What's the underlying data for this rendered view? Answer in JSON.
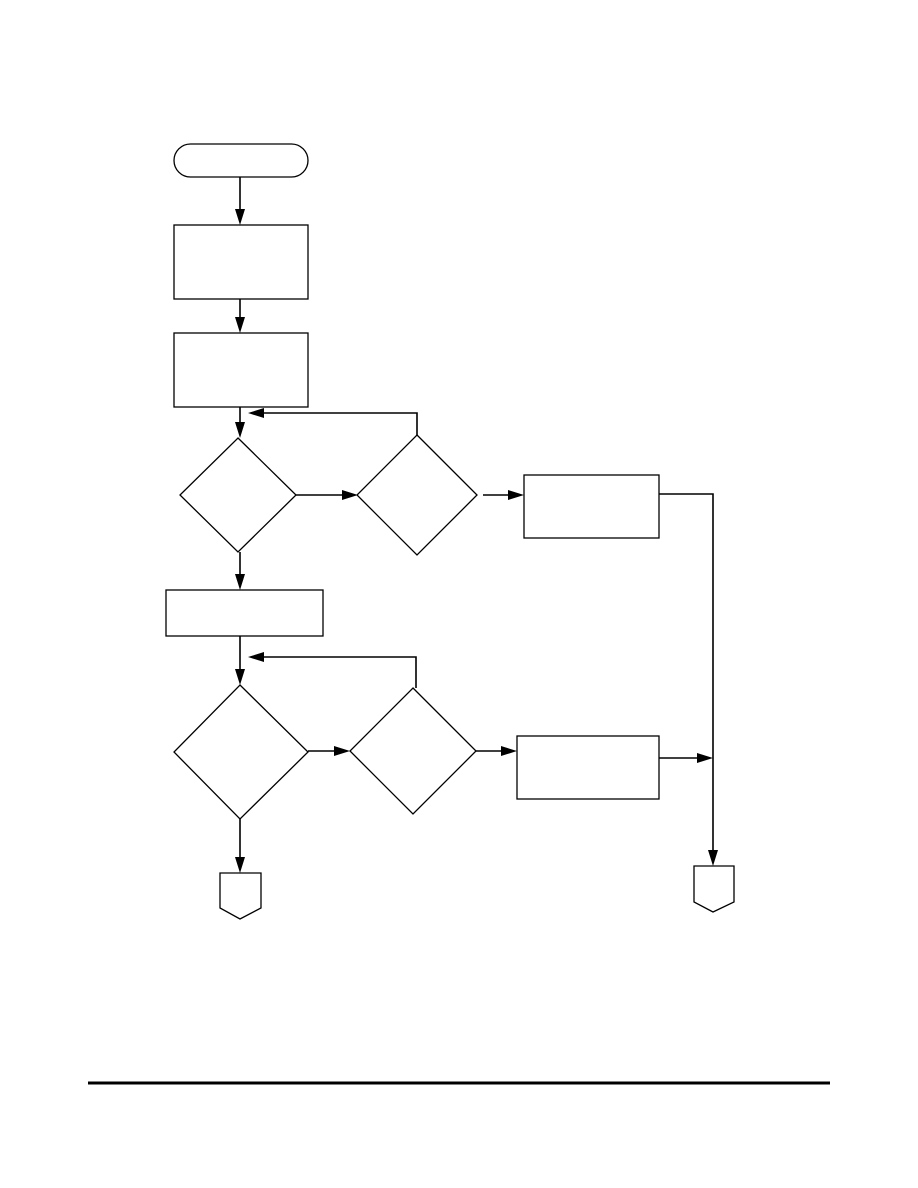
{
  "diagram": {
    "title": "",
    "colors": {
      "stroke": "#000000",
      "fill": "#ffffff",
      "background": "#ffffff"
    },
    "nodes": [
      {
        "id": "start",
        "shape": "terminator",
        "label": ""
      },
      {
        "id": "process-1",
        "shape": "process",
        "label": ""
      },
      {
        "id": "process-2",
        "shape": "process",
        "label": ""
      },
      {
        "id": "decision-1",
        "shape": "decision",
        "label": ""
      },
      {
        "id": "decision-2",
        "shape": "decision",
        "label": ""
      },
      {
        "id": "process-3",
        "shape": "process",
        "label": ""
      },
      {
        "id": "process-4",
        "shape": "process",
        "label": ""
      },
      {
        "id": "decision-3",
        "shape": "decision",
        "label": ""
      },
      {
        "id": "decision-4",
        "shape": "decision",
        "label": ""
      },
      {
        "id": "process-5",
        "shape": "process",
        "label": ""
      },
      {
        "id": "connector-left",
        "shape": "off-page-connector",
        "label": ""
      },
      {
        "id": "connector-right",
        "shape": "off-page-connector",
        "label": ""
      }
    ],
    "edges": [
      {
        "from": "start",
        "to": "process-1"
      },
      {
        "from": "process-1",
        "to": "process-2"
      },
      {
        "from": "process-2",
        "to": "decision-1"
      },
      {
        "from": "decision-1",
        "to": "decision-2"
      },
      {
        "from": "decision-2",
        "to": "decision-1",
        "kind": "loop-back"
      },
      {
        "from": "decision-2",
        "to": "process-3"
      },
      {
        "from": "process-3",
        "to": "connector-right"
      },
      {
        "from": "decision-1",
        "to": "process-4"
      },
      {
        "from": "process-4",
        "to": "decision-3"
      },
      {
        "from": "decision-3",
        "to": "decision-4"
      },
      {
        "from": "decision-4",
        "to": "decision-3",
        "kind": "loop-back"
      },
      {
        "from": "decision-4",
        "to": "process-5"
      },
      {
        "from": "process-5",
        "to": "connector-right",
        "kind": "merge"
      },
      {
        "from": "decision-3",
        "to": "connector-left"
      }
    ]
  }
}
